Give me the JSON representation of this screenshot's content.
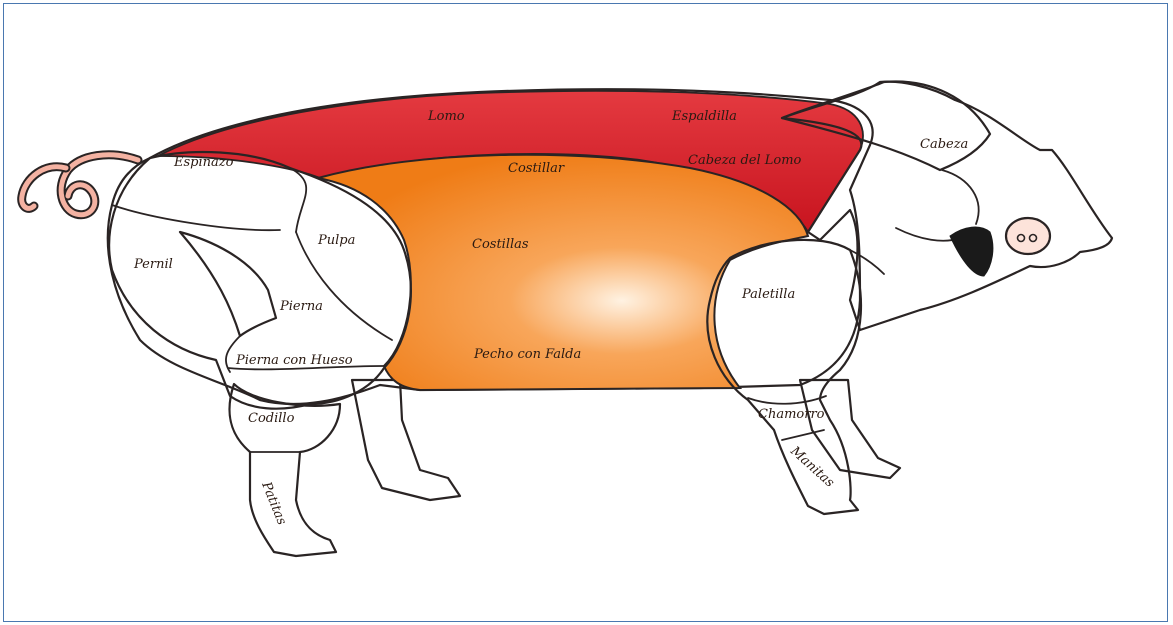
{
  "diagram": {
    "colors": {
      "skin": "#f4b2a2",
      "skin_light": "#fde3da",
      "lomo_red": "#d3202e",
      "costillas_orange": "#f1831e",
      "outline": "#2a2424",
      "border": "#4a78b0"
    },
    "labels": {
      "lomo": "Lomo",
      "espaldilla": "Espaldilla",
      "cabeza": "Cabeza",
      "espinazo": "Espinazo",
      "costillar": "Costillar",
      "cabeza_del_lomo": "Cabeza del Lomo",
      "pulpa": "Pulpa",
      "costillas": "Costillas",
      "pernil": "Pernil",
      "pierna": "Pierna",
      "paletilla": "Paletilla",
      "pierna_con_hueso": "Pierna con Hueso",
      "pecho_con_falda": "Pecho con Falda",
      "codillo": "Codillo",
      "chamorro": "Chamorro",
      "manitas": "Manitas",
      "patitas": "Patitas"
    }
  }
}
